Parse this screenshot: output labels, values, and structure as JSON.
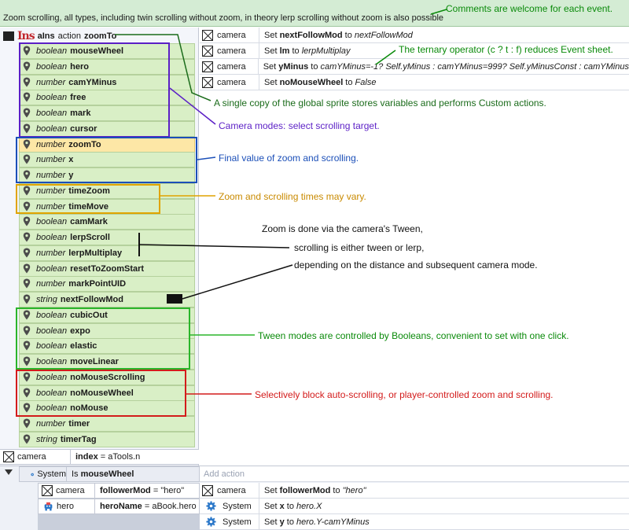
{
  "header": {
    "comment": "Zoom scrolling, all types, including twin scrolling without zoom, in theory lerp scrolling without zoom is also possible"
  },
  "annotations": {
    "comments_welcome": "Comments are welcome for each event.",
    "ternary": "The ternary operator (c ? t : f) reduces Event sheet.",
    "single_copy": "A single copy of the global sprite stores variables and performs Custom actions.",
    "camera_modes": "Camera modes: select scrolling target.",
    "final_value": "Final value of zoom and scrolling.",
    "times_vary": "Zoom and scrolling times may vary.",
    "zoom_tween_1": "Zoom is done via the camera's Tween,",
    "zoom_tween_2": "scrolling is either tween or lerp,",
    "zoom_tween_3": "depending on the distance and subsequent camera mode.",
    "tween_booleans": "Tween modes are controlled by Booleans, convenient to set with one click.",
    "block_scroll": "Selectively block auto-scrolling, or player-controlled zoom and scrolling."
  },
  "event1": {
    "ins_glyph": "Ins",
    "condition_prefix": "aIns",
    "condition_mid": "action",
    "condition_name": "zoomTo",
    "params": [
      {
        "type": "boolean",
        "name": "mouseWheel"
      },
      {
        "type": "boolean",
        "name": "hero"
      },
      {
        "type": "number",
        "name": "camYMinus"
      },
      {
        "type": "boolean",
        "name": "free"
      },
      {
        "type": "boolean",
        "name": "mark"
      },
      {
        "type": "boolean",
        "name": "cursor"
      },
      {
        "type": "number",
        "name": "zoomTo"
      },
      {
        "type": "number",
        "name": "x"
      },
      {
        "type": "number",
        "name": "y"
      },
      {
        "type": "number",
        "name": "timeZoom"
      },
      {
        "type": "number",
        "name": "timeMove"
      },
      {
        "type": "boolean",
        "name": "camMark"
      },
      {
        "type": "boolean",
        "name": "lerpScroll"
      },
      {
        "type": "number",
        "name": "lerpMultiplay"
      },
      {
        "type": "boolean",
        "name": "resetToZoomStart"
      },
      {
        "type": "number",
        "name": "markPointUID"
      },
      {
        "type": "string",
        "name": "nextFollowMod"
      },
      {
        "type": "boolean",
        "name": "cubicOut"
      },
      {
        "type": "boolean",
        "name": "expo"
      },
      {
        "type": "boolean",
        "name": "elastic"
      },
      {
        "type": "boolean",
        "name": "moveLinear"
      },
      {
        "type": "boolean",
        "name": "noMouseScrolling"
      },
      {
        "type": "boolean",
        "name": "noMouseWheel"
      },
      {
        "type": "boolean",
        "name": "noMouse"
      },
      {
        "type": "number",
        "name": "timer"
      },
      {
        "type": "string",
        "name": "timerTag"
      }
    ],
    "actions": [
      {
        "object": "camera",
        "pre": "Set ",
        "bold": "nextFollowMod",
        "mid": " to ",
        "ital": "nextFollowMod"
      },
      {
        "object": "camera",
        "pre": "Set ",
        "bold": "lm",
        "mid": " to ",
        "ital": "lerpMultiplay"
      },
      {
        "object": "camera",
        "pre": "Set ",
        "bold": "yMinus",
        "mid": " to ",
        "ital": "camYMinus=-1? Self.yMinus : camYMinus=999? Self.yMinusConst : camYMinus"
      },
      {
        "object": "camera",
        "pre": "Set ",
        "bold": "noMouseWheel",
        "mid": " to ",
        "ital": "False"
      }
    ],
    "index_row": {
      "object": "camera",
      "bold": "index",
      "rest": " = aTools.n"
    }
  },
  "event2": {
    "system_label": "System",
    "condition_pre": "Is ",
    "condition_bold": "mouseWheel",
    "add_action": "Add action",
    "locals": [
      {
        "object": "camera",
        "bold": "followerMod",
        "rest": " = \"hero\""
      },
      {
        "object": "hero",
        "bold": "heroName",
        "rest": " = aBook.hero"
      }
    ],
    "actions": [
      {
        "object": "camera",
        "pre": "Set ",
        "bold": "followerMod",
        "mid": " to ",
        "ital": "\"hero\""
      },
      {
        "object": "System",
        "pre": "Set ",
        "bold": "x",
        "mid": " to ",
        "ital": "hero.X"
      },
      {
        "object": "System",
        "pre": "Set ",
        "bold": "y",
        "mid": " to ",
        "ital": "hero.Y-camYMinus"
      }
    ]
  },
  "colors": {
    "green": "#0a8a0a",
    "purple": "#5b1fc6",
    "blue": "#1b4fb8",
    "orange": "#e0a400",
    "red": "#d31b1b",
    "param_bg": "#d9efc6",
    "highlight_bg": "#fde7a6"
  }
}
